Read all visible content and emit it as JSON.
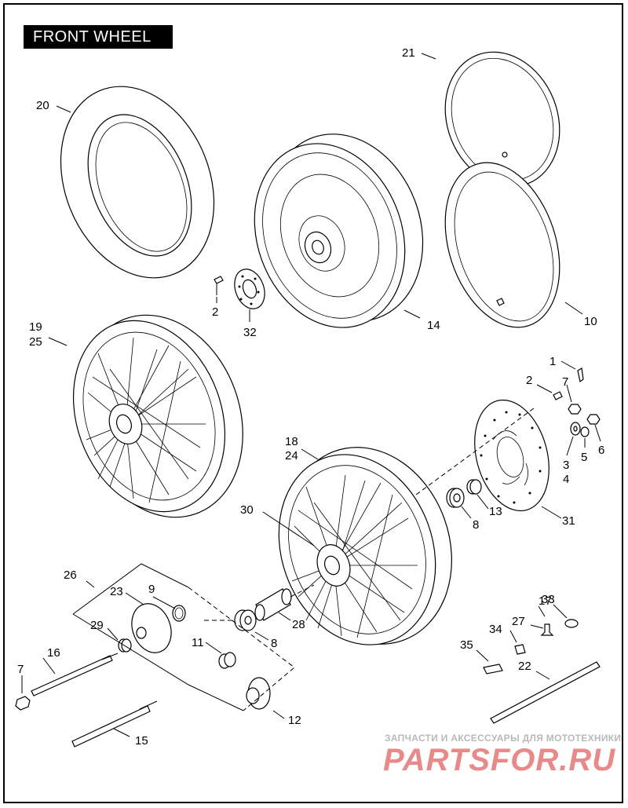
{
  "title": "FRONT WHEEL",
  "callouts": {
    "c20": "20",
    "c21": "21",
    "c2a": "2",
    "c32": "32",
    "c14": "14",
    "c10": "10",
    "c19": "19",
    "c25": "25",
    "c1": "1",
    "c2b": "2",
    "c7a": "7",
    "c3": "3",
    "c4": "4",
    "c5": "5",
    "c6": "6",
    "c18": "18",
    "c24": "24",
    "c30": "30",
    "c13": "13",
    "c8a": "8",
    "c31": "31",
    "c26": "26",
    "c23": "23",
    "c9": "9",
    "c29": "29",
    "c16": "16",
    "c7b": "7",
    "c11": "11",
    "c8b": "8",
    "c28": "28",
    "c12": "12",
    "c15": "15",
    "c17": "17",
    "c33": "33",
    "c27": "27",
    "c34": "34",
    "c35": "35",
    "c22": "22"
  },
  "watermark": {
    "tagline": "ЗАПЧАСТИ И АКСЕССУАРЫ ДЛЯ МОТОТЕХНИКИ",
    "logo": "PARTSFOR.RU"
  }
}
